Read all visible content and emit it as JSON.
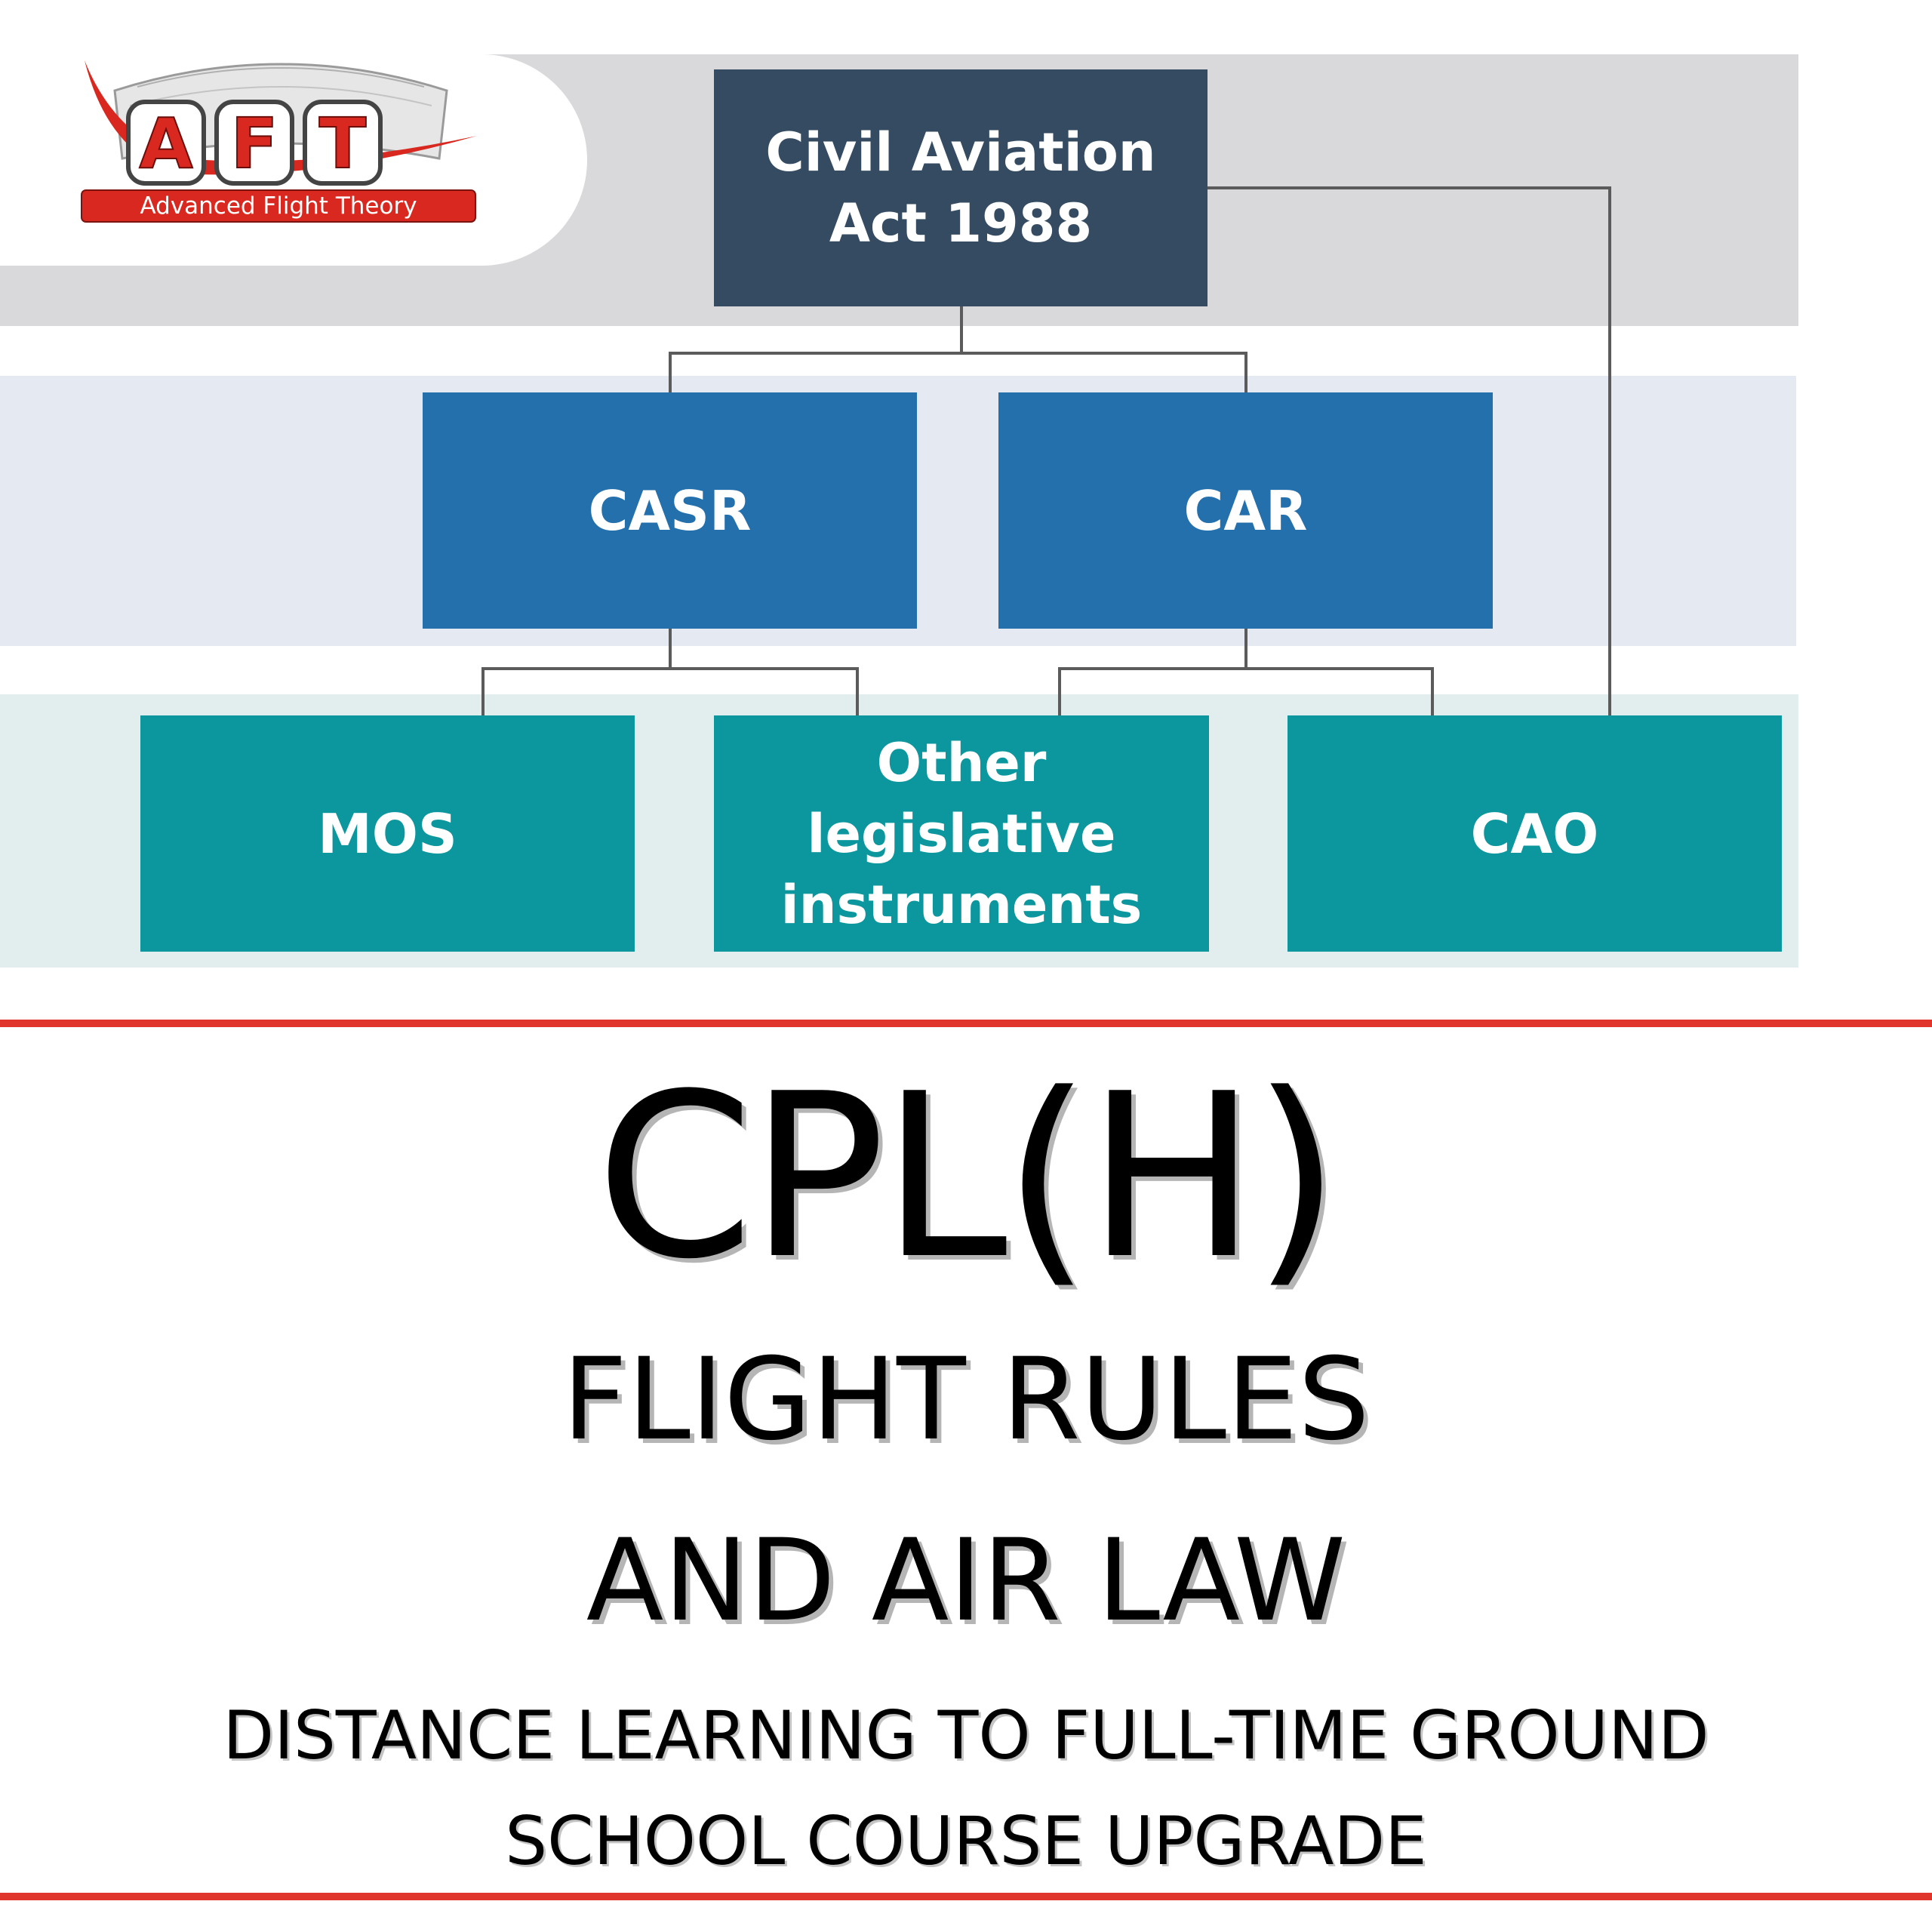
{
  "logo": {
    "letters": [
      "A",
      "F",
      "T"
    ],
    "tagline": "Advanced Flight Theory"
  },
  "diagram": {
    "nodes": {
      "act": "Civil Aviation\nAct 1988",
      "casr": "CASR",
      "car": "CAR",
      "mos": "MOS",
      "other": "Other\nlegislative\ninstruments",
      "cao": "CAO"
    }
  },
  "heading": {
    "main": "CPL(H)",
    "line1": "FLIGHT RULES",
    "line2": "AND AIR LAW"
  },
  "subheading": {
    "line1": "DISTANCE LEARNING TO FULL-TIME GROUND",
    "line2": "SCHOOL COURSE UPGRADE"
  },
  "colors": {
    "act_box": "#344b62",
    "regulation_box": "#2470ad",
    "instrument_box": "#0c969e",
    "accent_red": "#e0352b"
  }
}
